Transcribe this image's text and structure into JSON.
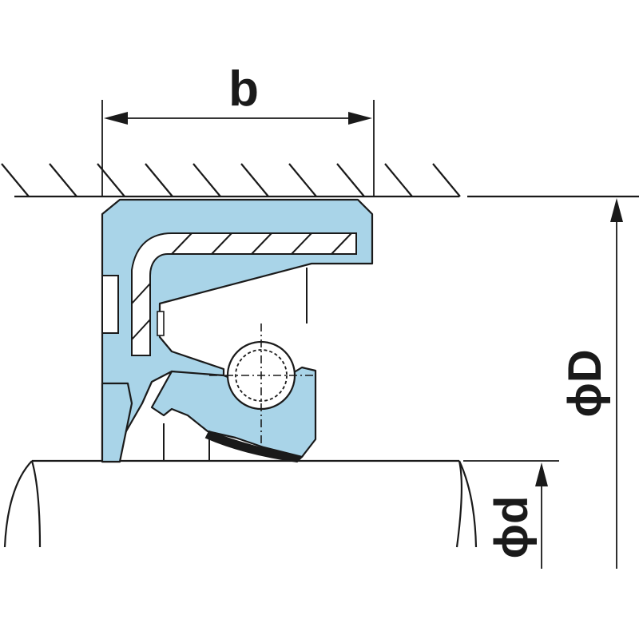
{
  "labels": {
    "width": "b",
    "outer_diameter": "ϕD",
    "shaft_diameter": "ϕd"
  },
  "colors": {
    "seal": "#a9d4e8",
    "line": "#1a1a1a",
    "background": "#ffffff"
  }
}
